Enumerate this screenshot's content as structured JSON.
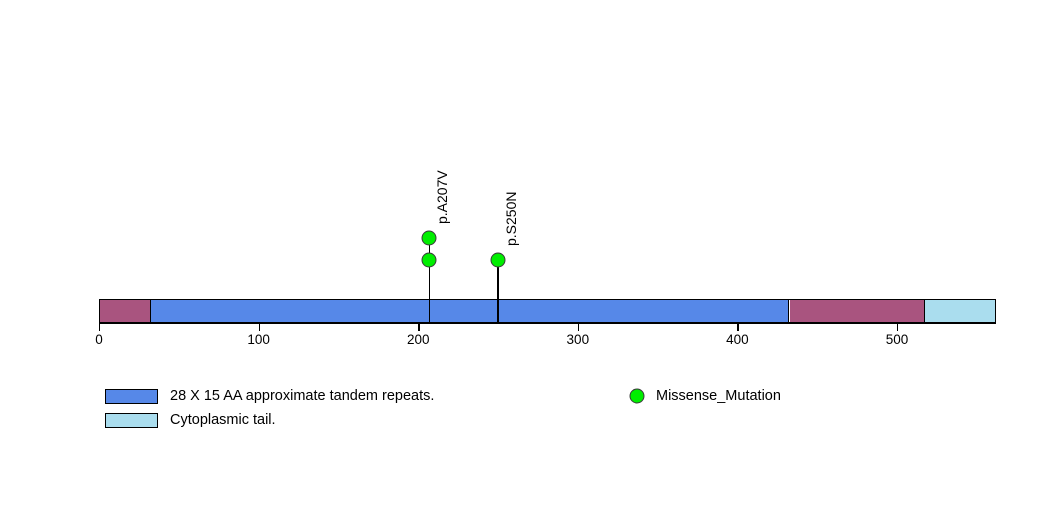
{
  "chart_data": {
    "type": "lollipop",
    "title": "",
    "xlabel": "",
    "ylabel": "",
    "xlim": [
      0,
      562
    ],
    "protein_length": 562,
    "grid": false,
    "axis": {
      "ticks": [
        0,
        100,
        200,
        300,
        400,
        500
      ],
      "tick_labels": [
        "0",
        "100",
        "200",
        "300",
        "400",
        "500"
      ]
    },
    "domains": [
      {
        "name": "n-terminal-region",
        "start": 0,
        "end": 32,
        "color": "#a9547f"
      },
      {
        "name": "tandem-repeats",
        "start": 32,
        "end": 432,
        "color": "#5688e8",
        "label": "28 X 15 AA approximate tandem repeats."
      },
      {
        "name": "transmembrane-region",
        "start": 432,
        "end": 517,
        "color": "#a9547f"
      },
      {
        "name": "cytoplasmic-tail",
        "start": 517,
        "end": 562,
        "color": "#aaddee",
        "label": "Cytoplasmic tail."
      }
    ],
    "mutations": [
      {
        "label": "p.A207V",
        "position": 207,
        "count": 2,
        "type": "Missense_Mutation",
        "color": "#00ee00"
      },
      {
        "label": "p.S250N",
        "position": 250,
        "count": 1,
        "type": "Missense_Mutation",
        "color": "#00ee00"
      }
    ]
  },
  "legend": {
    "domain_entries": [
      {
        "label": "28 X 15 AA approximate tandem repeats.",
        "color": "#5688e8"
      },
      {
        "label": "Cytoplasmic tail.",
        "color": "#aaddee"
      }
    ],
    "mutation_entries": [
      {
        "label": "Missense_Mutation",
        "color": "#00ee00"
      }
    ]
  },
  "colors": {
    "background": "#ffffff",
    "outline": "#000000",
    "domain_blue": "#5688e8",
    "domain_purple": "#a9547f",
    "domain_lightblue": "#aaddee",
    "mutation_green": "#00ee00"
  }
}
